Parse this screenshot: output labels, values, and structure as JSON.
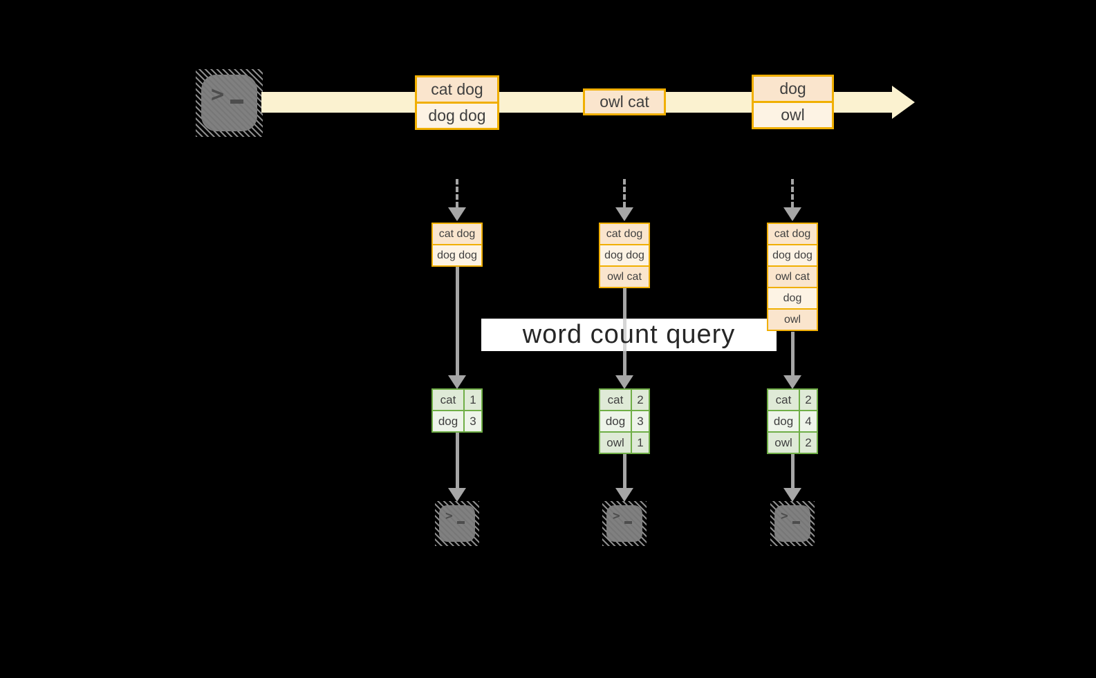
{
  "colors": {
    "accent-orange": "#F0AF00",
    "row-peach": "#FAE5CD",
    "row-cream": "#FDF3E4",
    "stream-yellow": "#FBF2D0",
    "green-border": "#6FAE46",
    "green-row-a": "#DFEAD7",
    "green-row-b": "#EEF4EA",
    "arrow-gray": "#A6A6A6",
    "icon-gray": "#7D7D7D",
    "text-dark": "#3F3F3F",
    "canvas-black": "#000000"
  },
  "query": {
    "label": "word count query"
  },
  "stream": {
    "source_icon": "terminal-icon",
    "sink_icon": "terminal-icon",
    "batches": [
      {
        "records": [
          "cat dog",
          "dog dog"
        ]
      },
      {
        "records": [
          "owl cat"
        ]
      },
      {
        "records": [
          "dog",
          "owl"
        ]
      }
    ]
  },
  "columns": [
    {
      "state_rows": [
        "cat dog",
        "dog dog"
      ],
      "result_rows": [
        {
          "word": "cat",
          "count": "1"
        },
        {
          "word": "dog",
          "count": "3"
        }
      ]
    },
    {
      "state_rows": [
        "cat dog",
        "dog dog",
        "owl cat"
      ],
      "result_rows": [
        {
          "word": "cat",
          "count": "2"
        },
        {
          "word": "dog",
          "count": "3"
        },
        {
          "word": "owl",
          "count": "1"
        }
      ]
    },
    {
      "state_rows": [
        "cat dog",
        "dog dog",
        "owl cat",
        "dog",
        "owl"
      ],
      "result_rows": [
        {
          "word": "cat",
          "count": "2"
        },
        {
          "word": "dog",
          "count": "4"
        },
        {
          "word": "owl",
          "count": "2"
        }
      ]
    }
  ]
}
